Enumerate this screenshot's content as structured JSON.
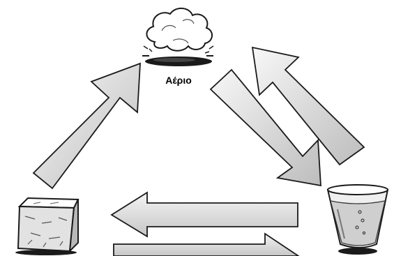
{
  "diagram": {
    "gas_label": "Αέριο",
    "nodes": [
      {
        "id": "gas",
        "icon": "steam-cloud-icon"
      },
      {
        "id": "liquid",
        "icon": "water-glass-icon"
      },
      {
        "id": "solid",
        "icon": "ice-cube-icon"
      }
    ],
    "arrows": [
      {
        "from": "solid",
        "to": "gas"
      },
      {
        "from": "gas",
        "to": "liquid"
      },
      {
        "from": "liquid",
        "to": "gas"
      },
      {
        "from": "liquid",
        "to": "solid"
      },
      {
        "from": "solid",
        "to": "liquid"
      }
    ],
    "colors": {
      "arrow_light": "#f7f7f7",
      "arrow_dark": "#bdbdbd",
      "outline": "#1a1a1a"
    }
  }
}
